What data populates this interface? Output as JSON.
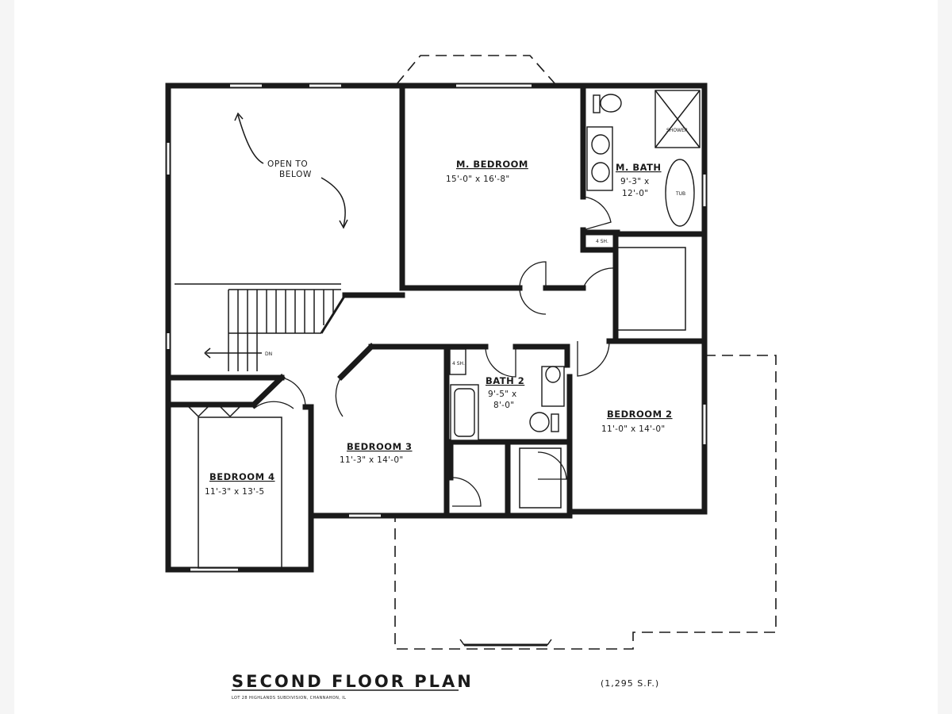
{
  "plan": {
    "title": "SECOND FLOOR PLAN",
    "area": "(1,295 S.F.)",
    "subtitle": "LOT 28 HIGHLANDS SUBDIVISION, CHANNAHON, IL",
    "open_to_below": [
      "OPEN TO",
      "BELOW"
    ]
  },
  "rooms": {
    "master_bedroom": {
      "name": "M. BEDROOM",
      "dims": "15'-0\" x 16'-8\""
    },
    "master_bath": {
      "name": "M. BATH",
      "dims": [
        "9'-3\" x",
        "12'-0\""
      ]
    },
    "bedroom_2": {
      "name": "BEDROOM 2",
      "dims": "11'-0\" x 14'-0\""
    },
    "bedroom_3": {
      "name": "BEDROOM 3",
      "dims": "11'-3\" x 14'-0\""
    },
    "bedroom_4": {
      "name": "BEDROOM 4",
      "dims": "11'-3\" x 13'-5"
    },
    "bath_2": {
      "name": "BATH 2",
      "dims": [
        "9'-5\" x",
        "8'-0\""
      ]
    }
  },
  "fixture_labels": {
    "linen_1": "4 SH.",
    "linen_2": "4 SH.",
    "stair_dn": "DN",
    "shower": "SHOWER",
    "tub": "TUB"
  }
}
